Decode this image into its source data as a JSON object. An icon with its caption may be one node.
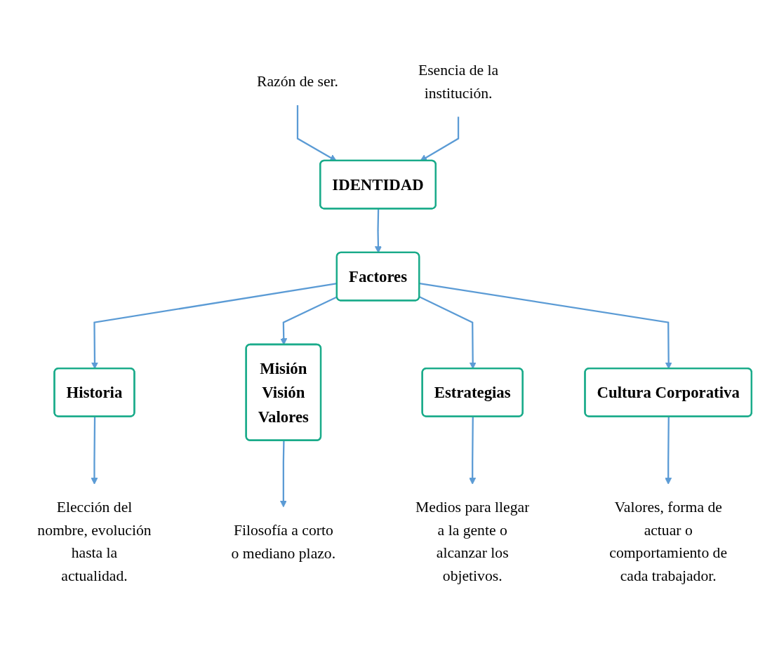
{
  "diagram": {
    "nodes": [
      {
        "text": [
          "Razón de ser."
        ]
      },
      {
        "text": [
          "IDENTIDAD"
        ]
      },
      {
        "text": [
          "Esencia de la institución."
        ]
      },
      {
        "text": [
          "Factores"
        ]
      },
      {
        "text": [
          "Historia"
        ]
      },
      {
        "text": [
          "Misión",
          "Visión",
          "Valores"
        ]
      },
      {
        "text": [
          "Estrategias"
        ]
      },
      {
        "text": [
          "Cultura Corporativa"
        ]
      },
      {
        "text": [
          "Elección del nombre, evolución hasta la actualidad."
        ]
      },
      {
        "text": [
          "Filosofía a corto o mediano plazo."
        ]
      },
      {
        "text": [
          "Medios para llegar a la gente o alcanzar los objetivos."
        ]
      },
      {
        "text": [
          "Valores, forma de actuar o comportamiento de cada trabajador."
        ]
      }
    ],
    "edges": [
      {
        "from": 0,
        "to": 1,
        "arrow": "to"
      },
      {
        "from": 2,
        "to": 1,
        "arrow": "to"
      },
      {
        "from": 1,
        "to": 3,
        "arrow": "to"
      },
      {
        "from": 3,
        "to": 4,
        "arrow": "to"
      },
      {
        "from": 3,
        "to": 5,
        "arrow": "to"
      },
      {
        "from": 3,
        "to": 6,
        "arrow": "to"
      },
      {
        "from": 3,
        "to": 7,
        "arrow": "to"
      },
      {
        "from": 4,
        "to": 8,
        "arrow": "to"
      },
      {
        "from": 5,
        "to": 9,
        "arrow": "to"
      },
      {
        "from": 6,
        "to": 10,
        "arrow": "to"
      },
      {
        "from": 7,
        "to": 11,
        "arrow": "to"
      }
    ]
  }
}
